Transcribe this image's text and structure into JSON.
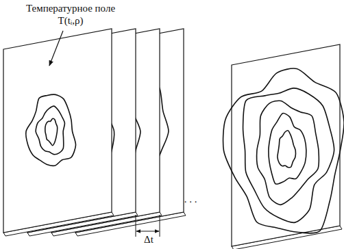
{
  "diagram": {
    "labels": [
      "Температурное поле T(tᵢ,ρ)",
      "Δt",
      ". . ."
    ]
  }
}
